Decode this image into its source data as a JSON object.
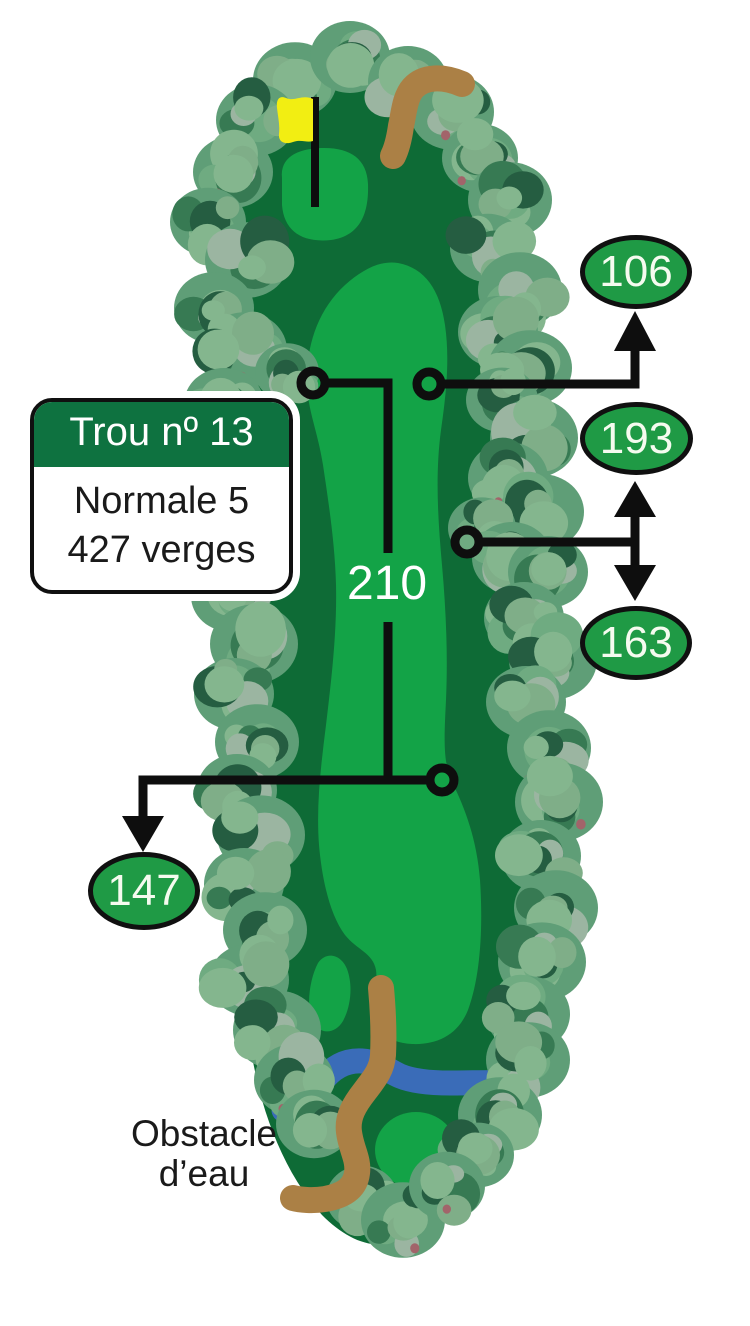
{
  "info_box": {
    "hole_label": "Trou nº 13",
    "par_label": "Normale 5",
    "distance_label": "427 verges"
  },
  "fairway_distance": "210",
  "markers": [
    {
      "id": "106",
      "value": "106"
    },
    {
      "id": "193",
      "value": "193"
    },
    {
      "id": "163",
      "value": "163"
    },
    {
      "id": "147",
      "value": "147"
    }
  ],
  "hazard": {
    "line1": "Obstacle",
    "line2": "d’eau"
  },
  "colors": {
    "rough": "#0e6b36",
    "fairway": "#13a347",
    "water": "#3a6cb8",
    "cart_path": "#ab8045",
    "flag": "#f2ee12",
    "marker_fill": "#1f9a45",
    "info_header": "#0e7240",
    "annotation": "#0e0e0e",
    "tree_base": "#5f9e77"
  }
}
